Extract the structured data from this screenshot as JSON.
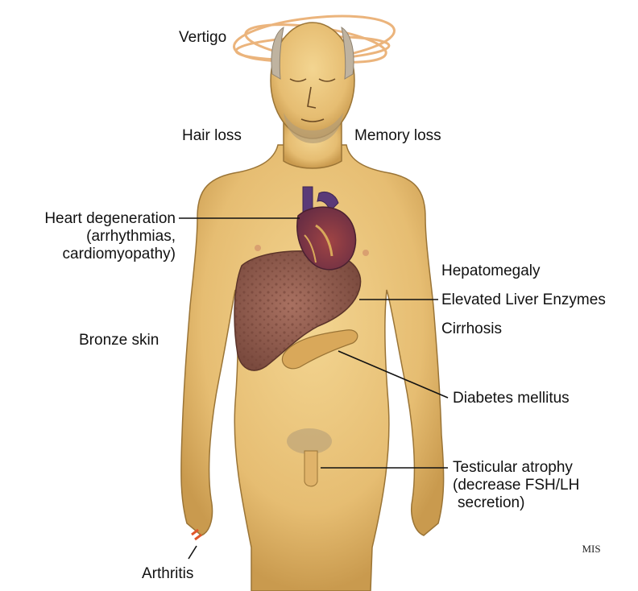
{
  "labels": {
    "vertigo": "Vertigo",
    "hair_loss": "Hair loss",
    "memory_loss": "Memory loss",
    "heart": [
      "Heart degeneration",
      "(arrhythmias,",
      "cardiomyopathy)"
    ],
    "hepatomegaly": "Hepatomegaly",
    "elevated_liver_enzymes": "Elevated Liver Enzymes",
    "cirrhosis": "Cirrhosis",
    "bronze_skin": "Bronze skin",
    "diabetes": "Diabetes mellitus",
    "testicular": [
      "Testicular atrophy",
      "(decrease FSH/LH",
      "secretion)"
    ],
    "arthritis": "Arthritis"
  },
  "signature": "MIS",
  "colors": {
    "skin": "#e9c27a",
    "skin_shadow": "#c99a4e",
    "skin_outline": "#9a7436",
    "liver": "#8e5a4c",
    "liver_spots": "#6e3f34",
    "heart": "#7a3a4a",
    "heart_vessels": "#5a3a78",
    "pancreas": "#d9a85a",
    "vertigo_swirl": "#e8a766",
    "arthritis_mark": "#e0562a",
    "leader_line": "#111111"
  }
}
